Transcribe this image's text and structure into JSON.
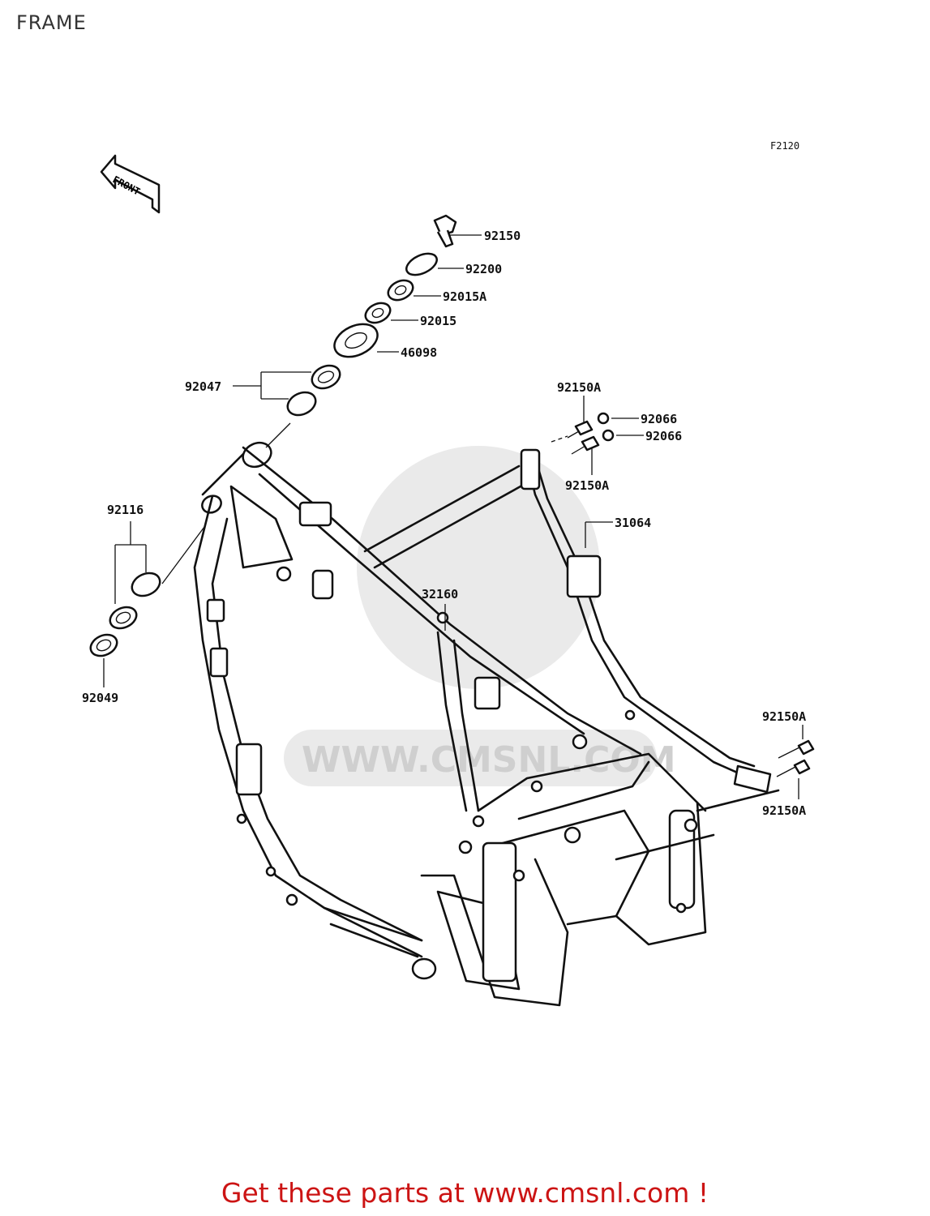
{
  "page": {
    "title": "FRAME"
  },
  "diagram": {
    "code": "F2120",
    "front_marker": "FRONT",
    "watermark": "WWW.CMSNL.COM",
    "parts": [
      {
        "id": "p1",
        "label": "92150"
      },
      {
        "id": "p2",
        "label": "92200"
      },
      {
        "id": "p3",
        "label": "92015A"
      },
      {
        "id": "p4",
        "label": "92015"
      },
      {
        "id": "p5",
        "label": "46098"
      },
      {
        "id": "p6",
        "label": "92047"
      },
      {
        "id": "p7",
        "label": "92150A"
      },
      {
        "id": "p8",
        "label": "92066"
      },
      {
        "id": "p9",
        "label": "92066"
      },
      {
        "id": "p10",
        "label": "92150A"
      },
      {
        "id": "p11",
        "label": "31064"
      },
      {
        "id": "p12",
        "label": "92116"
      },
      {
        "id": "p13",
        "label": "32160"
      },
      {
        "id": "p14",
        "label": "92049"
      },
      {
        "id": "p15",
        "label": "92150A"
      },
      {
        "id": "p16",
        "label": "92150A"
      }
    ]
  },
  "footer": {
    "cta": "Get these parts at www.cmsnl.com !"
  }
}
